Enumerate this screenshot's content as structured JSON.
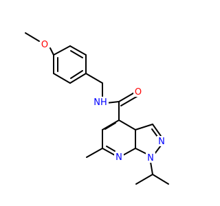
{
  "molecule": {
    "atoms": [
      {
        "id": "O1",
        "symbol": "O",
        "color": "#ff0000"
      },
      {
        "id": "N_amide",
        "symbol": "NH",
        "color": "#0000ff"
      },
      {
        "id": "O_carbonyl",
        "symbol": "O",
        "color": "#ff0000"
      },
      {
        "id": "N2",
        "symbol": "N",
        "color": "#0000ff"
      },
      {
        "id": "N1",
        "symbol": "N",
        "color": "#0000ff"
      },
      {
        "id": "N7",
        "symbol": "N",
        "color": "#0000ff"
      }
    ],
    "bond_color": "#000000"
  }
}
